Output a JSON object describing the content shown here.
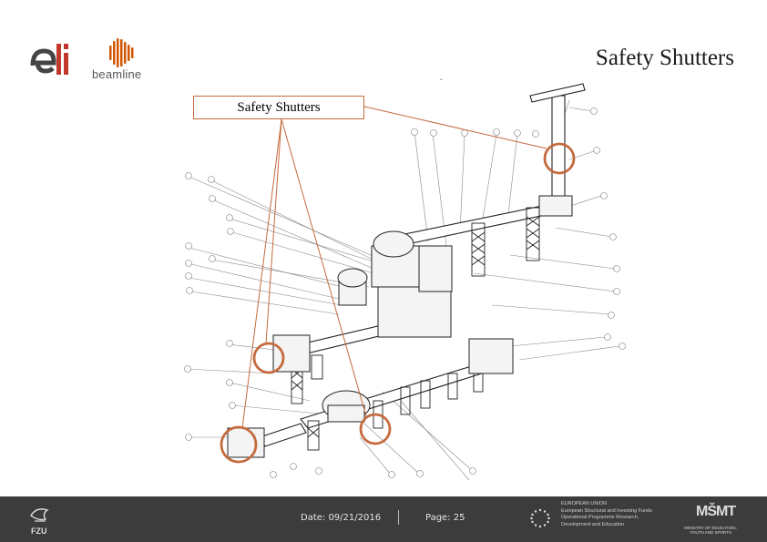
{
  "header": {
    "title": "Safety Shutters",
    "logo_brand": "eli",
    "logo_beamline": "beamline"
  },
  "callout": {
    "label": "Safety Shutters"
  },
  "footer": {
    "date_text": "Date: 09/21/2016",
    "separator": "|",
    "page_text": "Page: 25",
    "org_logo": "FZU",
    "eu_text_lines": [
      "EUROPEAN UNION",
      "European Structural and Investing Funds",
      "Operational Programme Research,",
      "Development and Education"
    ],
    "ministry_logo": "MŠMT",
    "ministry_text": "MINISTRY OF EDUCATION, YOUTH AND SPORTS"
  },
  "colors": {
    "accent": "#c46a3d",
    "footer_bg": "#3c3c3c",
    "eli_red": "#c0392b"
  },
  "icons": {
    "eli_logo": "eli-logo-icon",
    "beamline_logo": "beamline-logo-icon",
    "eu_flag": "eu-flag-icon"
  }
}
